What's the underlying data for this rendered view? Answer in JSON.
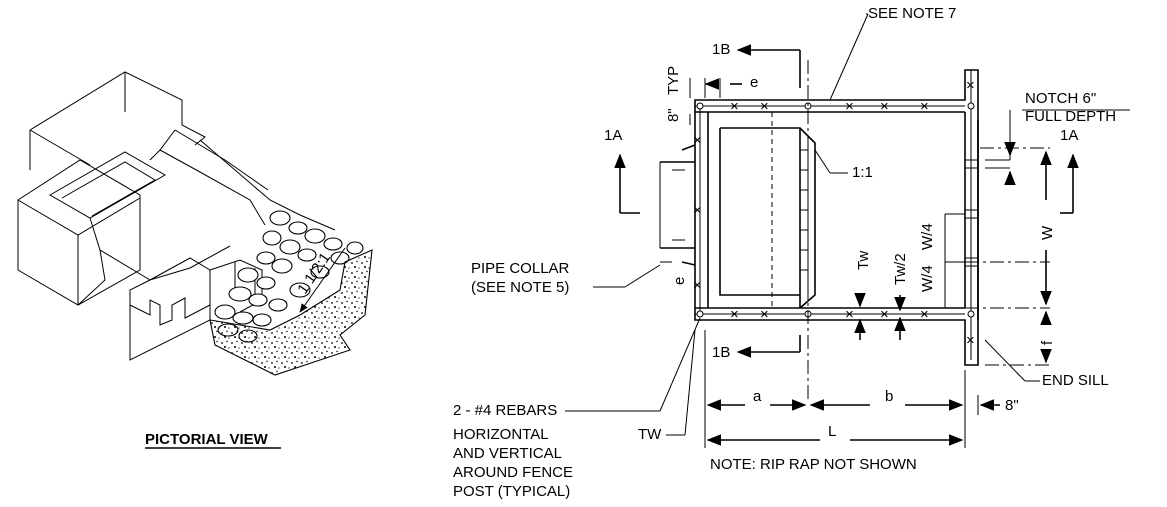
{
  "pictorial": {
    "caption": "PICTORIAL VIEW",
    "slope": "1 1/2:1"
  },
  "plan": {
    "section_1b_top": "1B",
    "section_1b_bottom": "1B",
    "section_1a_left": "1A",
    "section_1a_right": "1A",
    "see_note_7": "SEE NOTE 7",
    "notch_line1": "NOTCH 6\"",
    "notch_line2": "FULL DEPTH",
    "typ_8": "8\"",
    "typ_word": "TYP",
    "e_top": "e",
    "e_left": "e",
    "slope_1_1": "1:1",
    "pipe_collar_line1": "PIPE COLLAR",
    "pipe_collar_line2": "(SEE NOTE 5)",
    "w": "W",
    "w4_a": "W/4",
    "w4_b": "W/4",
    "tw": "Tw",
    "tw2": "Tw/2",
    "f": "f",
    "end_sill": "END SILL",
    "rebars_line1": "2 - #4 REBARS",
    "rebars_line2": "HORIZONTAL",
    "rebars_line3": "AND VERTICAL",
    "rebars_line4": "AROUND FENCE",
    "rebars_line5": "POST (TYPICAL)",
    "tw_bottom": "TW",
    "a": "a",
    "b": "b",
    "eight_in": "8\"",
    "l": "L",
    "note": "NOTE: RIP RAP NOT SHOWN"
  }
}
